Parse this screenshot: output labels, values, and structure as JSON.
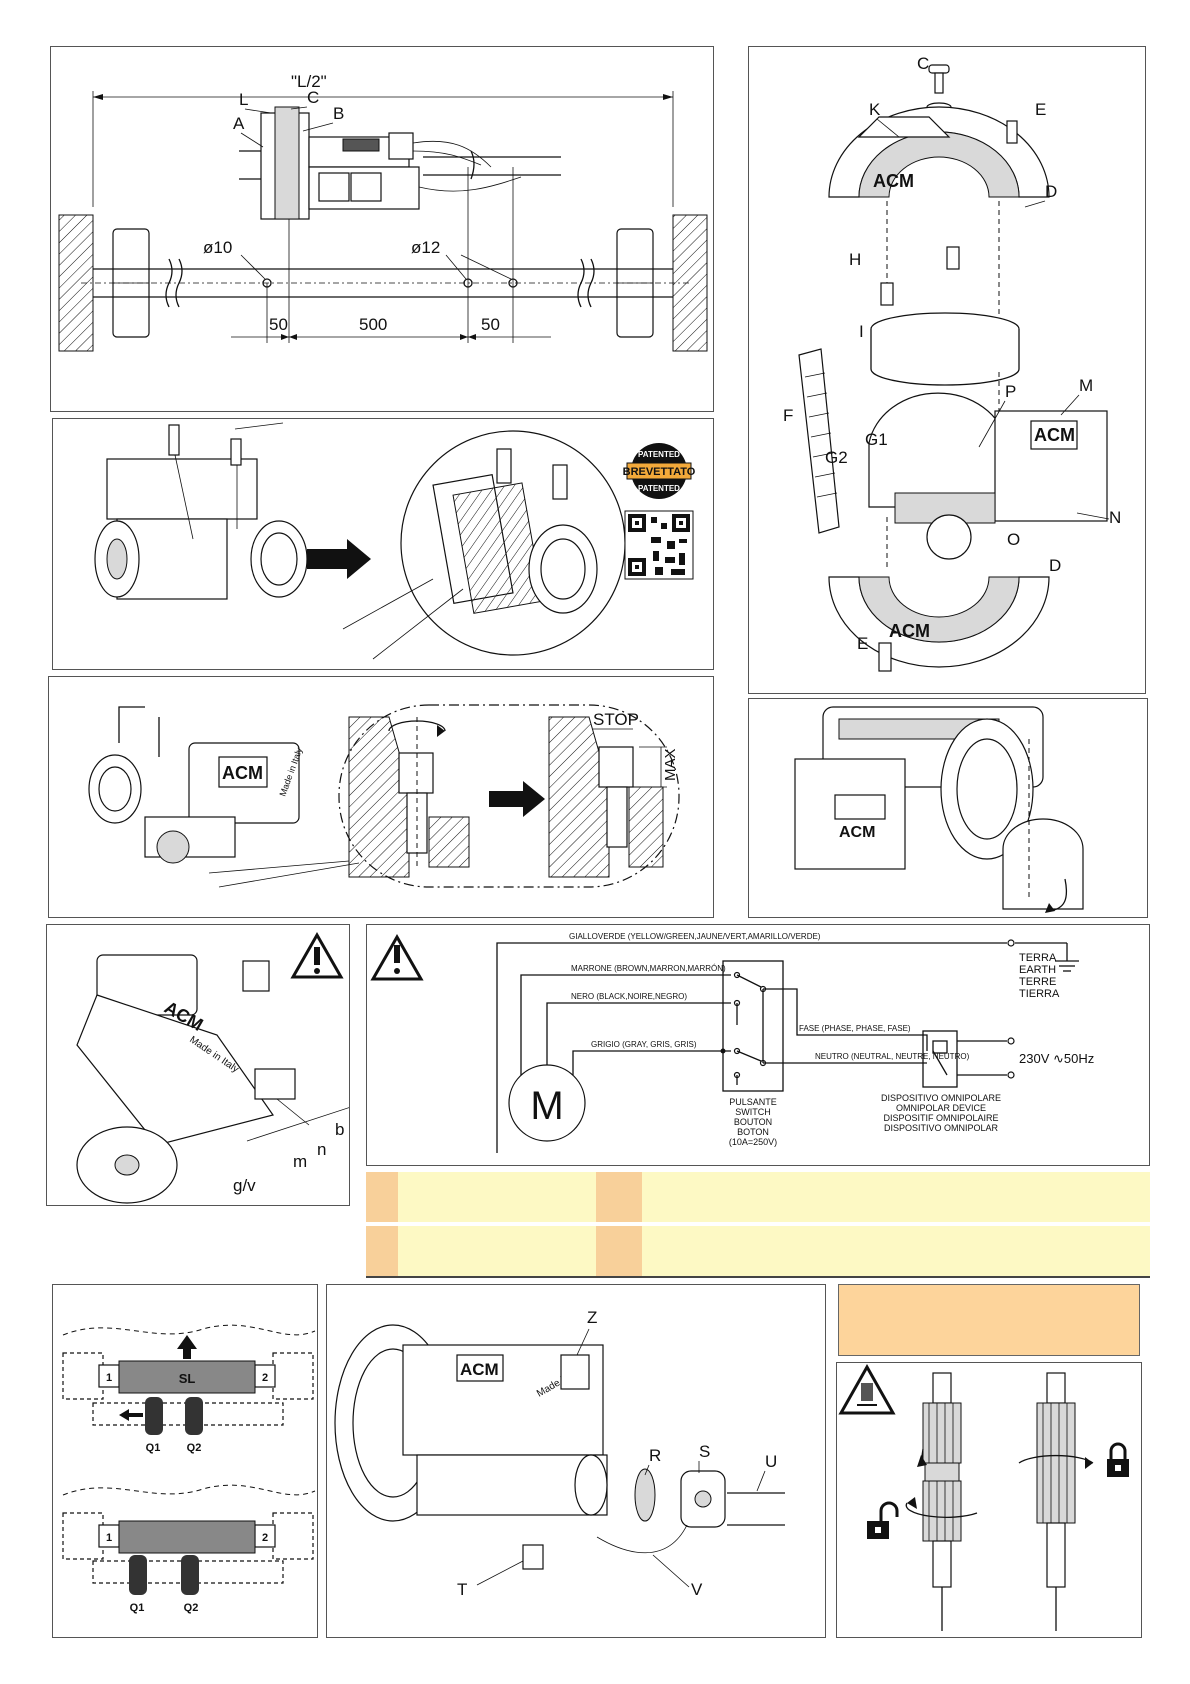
{
  "install": {
    "dimension_main": "\"L/2\"",
    "labels": {
      "L": "L",
      "C": "C",
      "A": "A",
      "B": "B"
    },
    "hole_10": "ø10",
    "hole_12": "ø12",
    "dims": [
      "50",
      "500",
      "50"
    ]
  },
  "exploded": {
    "labels": {
      "C": "C",
      "K": "K",
      "E": "E",
      "D": "D",
      "H": "H",
      "I": "I",
      "P": "P",
      "M": "M",
      "F": "F",
      "G1": "G1",
      "G2": "G2",
      "N": "N",
      "O": "O",
      "D2": "D",
      "E2": "E"
    }
  },
  "patent": {
    "top": "PATENTED",
    "band": "BREVETTATO",
    "bottom": "PATENTED"
  },
  "brand": "ACM",
  "made_in": "Made in Italy",
  "limit": {
    "stop": "STOP",
    "max": "MAX"
  },
  "terminal": {
    "labels": [
      "g/v",
      "m",
      "n",
      "b"
    ]
  },
  "wiring": {
    "wire_earth": "GIALLOVERDE (YELLOW/GREEN,JAUNE/VERT,AMARILLO/VERDE)",
    "wire_brown": "MARRONE (BROWN,MARRON,MARRÓN)",
    "wire_black": "NERO (BLACK,NOIRE,NEGRO)",
    "wire_grey": "GRIGIO (GRAY, GRIS, GRIS)",
    "phase": "FASE (PHASE, PHASE, FASE)",
    "neutral": "NEUTRO (NEUTRAL, NEUTRE, NEUTRO)",
    "earth": [
      "TERRA",
      "EARTH",
      "TERRE",
      "TIERRA"
    ],
    "voltage": "230V ∿50Hz",
    "motor": "M",
    "switch": [
      "PULSANTE",
      "SWITCH",
      "BOUTON",
      "BOTON",
      "(10A=250V)"
    ],
    "device": [
      "DISPOSITIVO OMNIPOLARE",
      "OMNIPOLAR DEVICE",
      "DISPOSITIF OMNIPOLAIRE",
      "DISPOSITIVO OMNIPOLAR"
    ]
  },
  "release": {
    "sl": "SL",
    "n1": "1",
    "n2": "2",
    "q1": "Q1",
    "q2": "Q2"
  },
  "assembly": {
    "labels": {
      "Z": "Z",
      "R": "R",
      "S": "S",
      "U": "U",
      "T": "T",
      "V": "V"
    }
  },
  "colors": {
    "orange": "#f8d09a",
    "yellow": "#fdf9c4",
    "box": "#fdd49b"
  }
}
